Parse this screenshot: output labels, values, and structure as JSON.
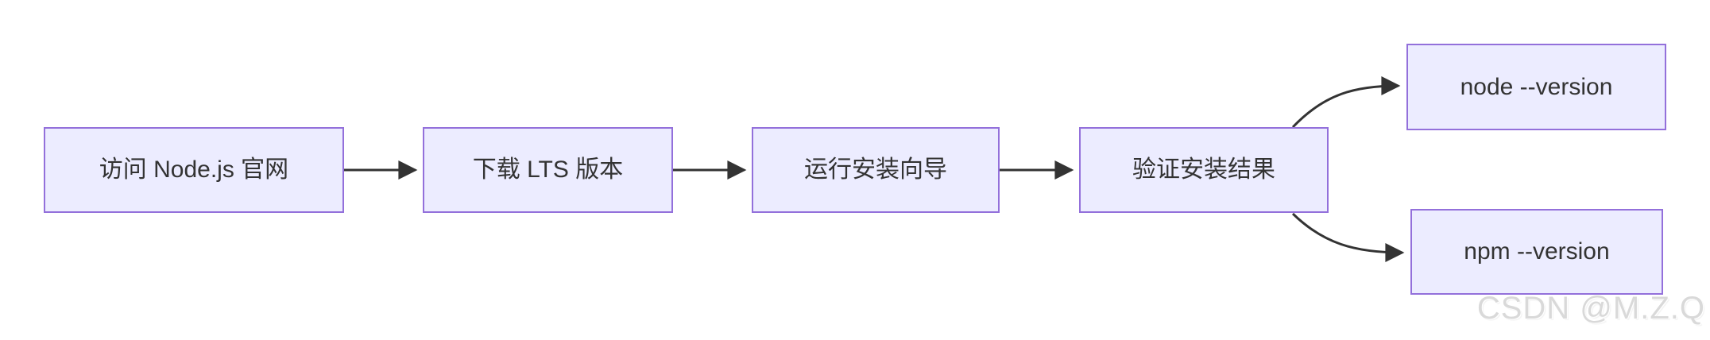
{
  "diagram": {
    "type": "flowchart",
    "direction": "left-to-right",
    "nodes": [
      {
        "id": "visit-site",
        "label": "访问 Node.js 官网"
      },
      {
        "id": "download-lts",
        "label": "下载 LTS 版本"
      },
      {
        "id": "run-installer",
        "label": "运行安装向导"
      },
      {
        "id": "verify-install",
        "label": "验证安装结果"
      },
      {
        "id": "node-version",
        "label": "node --version"
      },
      {
        "id": "npm-version",
        "label": "npm --version"
      }
    ],
    "edges": [
      {
        "from": "visit-site",
        "to": "download-lts"
      },
      {
        "from": "download-lts",
        "to": "run-installer"
      },
      {
        "from": "run-installer",
        "to": "verify-install"
      },
      {
        "from": "verify-install",
        "to": "node-version"
      },
      {
        "from": "verify-install",
        "to": "npm-version"
      }
    ],
    "colors": {
      "node_fill": "#ECECFF",
      "node_border": "#9370DB",
      "edge": "#333333",
      "text": "#333333"
    }
  },
  "watermark": {
    "text": "CSDN @M.Z.Q",
    "color": "#d9d9d9"
  }
}
